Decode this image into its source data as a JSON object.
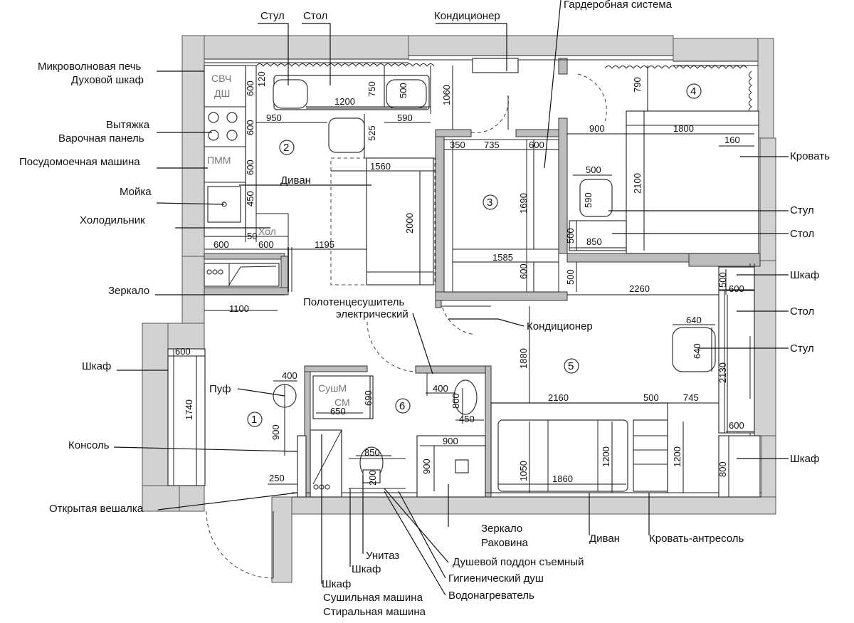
{
  "labels": {
    "stul_top": "Стул",
    "stol_top": "Стол",
    "konditsioner_top": "Кондиционер",
    "garderobnaya": "Гардеробная система",
    "mikrovolnovaya": "Микроволновая печь",
    "duhovoy": "Духовой шкаф",
    "vytyazhka": "Вытяжка",
    "varochnaya": "Варочная панель",
    "posudomoechnaya": "Посудомоечная машина",
    "moyka": "Мойка",
    "holodilnik": "Холодильник",
    "divan_kitchen": "Диван",
    "krovat": "Кровать",
    "stul_bed": "Стул",
    "stol_bed": "Стол",
    "shkaf_right_top": "Шкаф",
    "stol_right": "Стол",
    "stul_right": "Стул",
    "shkaf_right_bottom": "Шкаф",
    "zerkalo_left": "Зеркало",
    "polotentse_1": "Полотенцесушитель",
    "polotentse_2": "электрический",
    "konditsioner_mid": "Кондиционер",
    "shkaf_left": "Шкаф",
    "puf": "Пуф",
    "konsol": "Консоль",
    "veshalka": "Открытая вешалка",
    "zerkalo_bottom": "Зеркало",
    "rakovina": "Раковина",
    "divan_bottom": "Диван",
    "krovat_antresol": "Кровать-антресоль",
    "unitaz": "Унитаз",
    "shkaf_bath": "Шкаф",
    "dushevoy": "Душевой поддон съемный",
    "gigienicheskiy": "Гигиенический душ",
    "vodonagrevatel": "Водонагреватель",
    "shkaf_bottom": "Шкаф",
    "sushilnaya": "Сушильная машина",
    "stiralnaya": "Стиральная машина"
  },
  "appliances": {
    "svch": "СВЧ",
    "dsh": "ДШ",
    "pmm": "ПММ",
    "hol": "Хол",
    "sushm": "СушМ",
    "sm": "СМ"
  },
  "rooms": [
    "1",
    "2",
    "3",
    "4",
    "5",
    "6"
  ],
  "dims": {
    "d120": "120",
    "d600a": "600",
    "d1200": "1200",
    "d750": "750",
    "d500a": "500",
    "d1060": "1060",
    "d790": "790",
    "d950": "950",
    "d590a": "590",
    "d600b": "600",
    "d525": "525",
    "d600c": "600",
    "d350": "350",
    "d735": "735",
    "d600d": "600",
    "d900a": "900",
    "d1800": "1800",
    "d160": "160",
    "d1560": "1560",
    "d450a": "450",
    "d500b": "500",
    "d2100": "2100",
    "d1690": "1690",
    "d590b": "590",
    "d2000": "2000",
    "d50": "50",
    "d500c": "500",
    "d850a": "850",
    "d600e": "600",
    "d600f": "600",
    "d1195": "1195",
    "d1585": "1585",
    "d600g": "600",
    "d500d": "500",
    "d2260": "2260",
    "d500e": "500",
    "d600h": "600",
    "d1100": "1100",
    "d640a": "640",
    "d640b": "640",
    "d600i": "600",
    "d1880": "1880",
    "d2130": "2130",
    "d1740": "1740",
    "d400a": "400",
    "d400b": "400",
    "d690": "690",
    "d650": "650",
    "d800a": "800",
    "d450b": "450",
    "d2160": "2160",
    "d500f": "500",
    "d745": "745",
    "d900b": "900",
    "d900c": "900",
    "d850b": "850",
    "d900d": "900",
    "d600j": "600",
    "d1050": "1050",
    "d1200b": "1200",
    "d1200c": "1200",
    "d1860": "1860",
    "d800b": "800",
    "d250": "250",
    "d200": "200"
  }
}
